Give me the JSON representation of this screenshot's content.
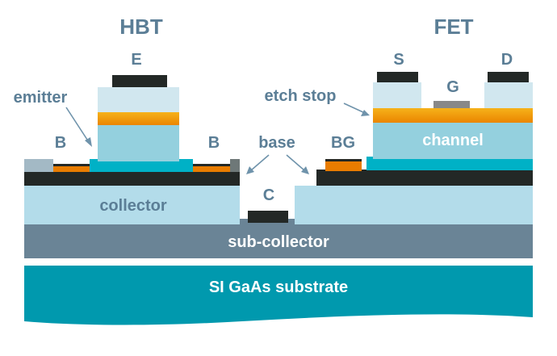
{
  "titles": {
    "hbt": "HBT",
    "fet": "FET"
  },
  "terminals": {
    "emitter": "E",
    "base_left": "B",
    "base_right": "B",
    "collector": "C",
    "source": "S",
    "gate": "G",
    "drain": "D",
    "back_gate": "BG"
  },
  "callouts": {
    "emitter": "emitter",
    "base": "base",
    "etch_stop": "etch stop"
  },
  "layers": {
    "channel": "channel",
    "collector": "collector",
    "sub_collector": "sub-collector",
    "substrate": "SI GaAs substrate"
  },
  "colors": {
    "label_text": "#5b7e96",
    "metal_contact": "#232826",
    "gate_metal": "#888888",
    "cap_layer": "#d1e7ef",
    "etch_stop_orange": "#f2a20f",
    "emitter_body": "#94d0de",
    "base_cyan": "#00b1c6",
    "collector_light": "#b3dcea",
    "sub_collector": "#6a8496",
    "substrate_teal": "#0099ae",
    "base_metal_orange": "#e97c00",
    "side_pad_grey": "#a3b9c5",
    "side_pad_dark": "#6e7878"
  }
}
